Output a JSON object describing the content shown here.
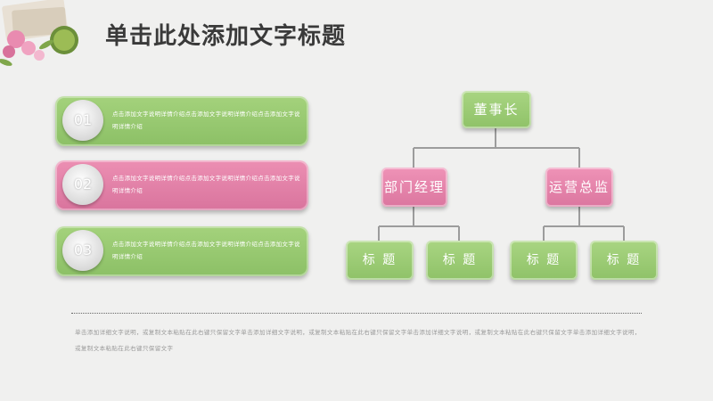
{
  "title": "单击此处添加文字标题",
  "list": [
    {
      "num": "01",
      "text": "点击添加文字说明详情介绍点击添加文字说明详情介绍点击添加文字说明详情介绍",
      "color": "#96c870"
    },
    {
      "num": "02",
      "text": "点击添加文字说明详情介绍点击添加文字说明详情介绍点击添加文字说明详情介绍",
      "color": "#e283aa"
    },
    {
      "num": "03",
      "text": "点击添加文字说明详情介绍点击添加文字说明详情介绍点击添加文字说明详情介绍",
      "color": "#96c870"
    }
  ],
  "org": {
    "root": "董事长",
    "managers": [
      "部门经理",
      "运营总监"
    ],
    "leaves": [
      "标 题",
      "标 题",
      "标 题",
      "标 题"
    ]
  },
  "footer": "单击添加详细文字说明，或复制文本粘贴在此右键只保留文字单击添加详细文字说明，或复制文本粘贴在此右键只保留文字单击添加详细文字说明，或复制文本粘贴在此右键只保留文字单击添加详细文字说明，或复制文本粘贴在此右键只保留文字",
  "colors": {
    "green": "#96c870",
    "pink": "#e283aa",
    "line": "#9c9c9c"
  }
}
